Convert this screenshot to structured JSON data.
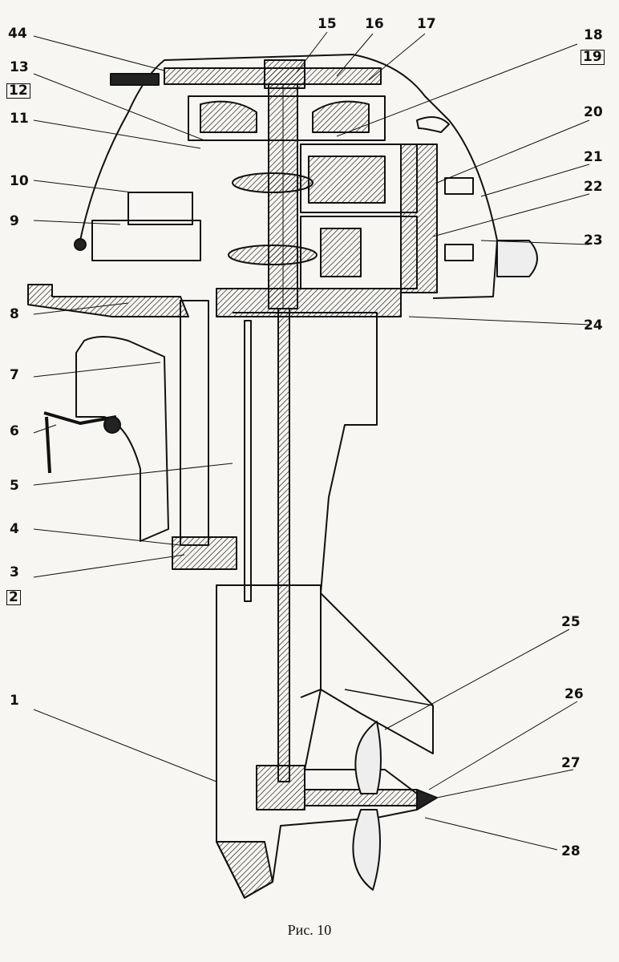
{
  "figure": {
    "caption": "Рис. 10",
    "callouts": [
      {
        "id": "44",
        "text": "44",
        "boxed": false
      },
      {
        "id": "15",
        "text": "15",
        "boxed": false
      },
      {
        "id": "16",
        "text": "16",
        "boxed": false
      },
      {
        "id": "17",
        "text": "17",
        "boxed": false
      },
      {
        "id": "18",
        "text": "18",
        "boxed": false
      },
      {
        "id": "19",
        "text": "19",
        "boxed": true
      },
      {
        "id": "13",
        "text": "13",
        "boxed": false
      },
      {
        "id": "12",
        "text": "12",
        "boxed": true
      },
      {
        "id": "11",
        "text": "11",
        "boxed": false
      },
      {
        "id": "20",
        "text": "20",
        "boxed": false
      },
      {
        "id": "21",
        "text": "21",
        "boxed": false
      },
      {
        "id": "10",
        "text": "10",
        "boxed": false
      },
      {
        "id": "22",
        "text": "22",
        "boxed": false
      },
      {
        "id": "9",
        "text": "9",
        "boxed": false
      },
      {
        "id": "23",
        "text": "23",
        "boxed": false
      },
      {
        "id": "8",
        "text": "8",
        "boxed": false
      },
      {
        "id": "24",
        "text": "24",
        "boxed": false
      },
      {
        "id": "7",
        "text": "7",
        "boxed": false
      },
      {
        "id": "6",
        "text": "6",
        "boxed": false
      },
      {
        "id": "5",
        "text": "5",
        "boxed": false
      },
      {
        "id": "4",
        "text": "4",
        "boxed": false
      },
      {
        "id": "3",
        "text": "3",
        "boxed": false
      },
      {
        "id": "2",
        "text": "2",
        "boxed": true
      },
      {
        "id": "25",
        "text": "25",
        "boxed": false
      },
      {
        "id": "1",
        "text": "1",
        "boxed": false
      },
      {
        "id": "26",
        "text": "26",
        "boxed": false
      },
      {
        "id": "27",
        "text": "27",
        "boxed": false
      },
      {
        "id": "28",
        "text": "28",
        "boxed": false
      }
    ]
  }
}
